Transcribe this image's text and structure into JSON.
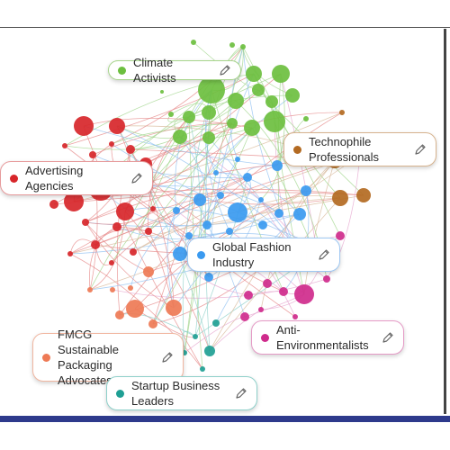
{
  "clusters": [
    {
      "id": "climate",
      "label": "Climate Activists",
      "color": "#6cbf3f"
    },
    {
      "id": "techno",
      "label": "Technophile\nProfessionals",
      "color": "#b36a22"
    },
    {
      "id": "advert",
      "label": "Advertising\nAgencies",
      "color": "#d7262a"
    },
    {
      "id": "fashion",
      "label": "Global Fashion\nIndustry",
      "color": "#3a9af0"
    },
    {
      "id": "anti",
      "label": "Anti-\nEnvironmentalists",
      "color": "#cf2b8c"
    },
    {
      "id": "fmcg",
      "label": "FMCG Sustainable\nPackaging\nAdvocates",
      "color": "#ee7a55"
    },
    {
      "id": "startup",
      "label": "Startup Business\nLeaders",
      "color": "#1f9f94"
    }
  ],
  "colors": {
    "accent_bar": "#2e3a8c",
    "edge_red": "#e58888",
    "edge_green": "#9fd48a",
    "edge_blue": "#8fc0f2"
  },
  "icons": {
    "edit": "pencil-icon"
  }
}
